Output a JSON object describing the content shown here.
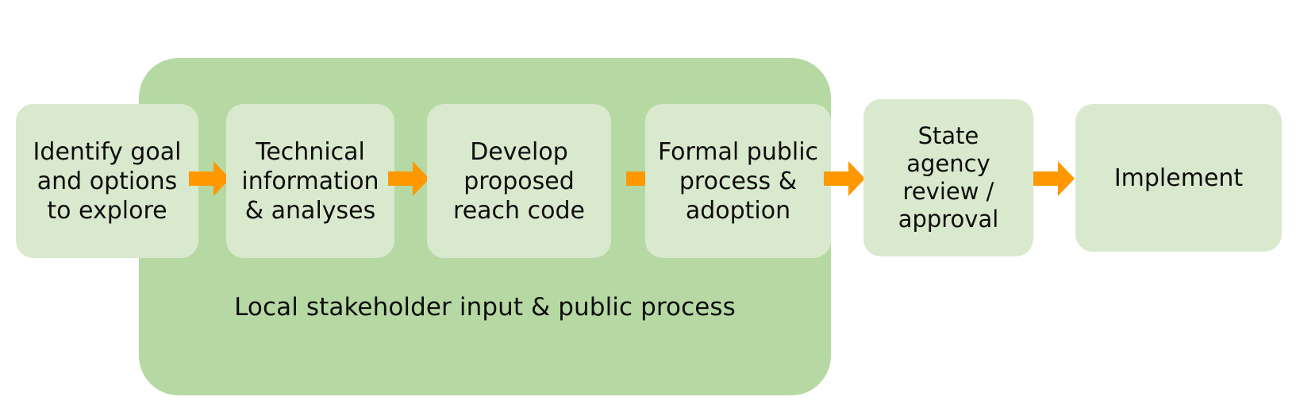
{
  "diagram": {
    "type": "process-flow",
    "title_text": "",
    "colors": {
      "band_green": "#b6d9a3",
      "box_green": "#d9e9cd",
      "arrow_orange": "#ff9800",
      "text_black": "#0d0d0d",
      "background": "#ffffff"
    },
    "group": {
      "caption": "Local stakeholder input & public process",
      "covers_steps": [
        1,
        2,
        3,
        4
      ]
    },
    "steps": [
      {
        "index": 1,
        "label": "Identify goal\nand options\nto explore"
      },
      {
        "index": 2,
        "label": "Technical\ninformation\n& analyses"
      },
      {
        "index": 3,
        "label": "Develop\nproposed\nreach code"
      },
      {
        "index": 4,
        "label": "Formal public\nprocess &\nadoption"
      },
      {
        "index": 5,
        "label": "State\nagency\nreview /\napproval"
      },
      {
        "index": 6,
        "label": "Implement"
      }
    ],
    "arrows": [
      {
        "index": 1,
        "from": 1,
        "to": 2,
        "icon": "right-arrow-icon"
      },
      {
        "index": 2,
        "from": 2,
        "to": 3,
        "icon": "right-arrow-icon"
      },
      {
        "index": 3,
        "from": 3,
        "to": 4,
        "icon": "right-arrow-icon"
      },
      {
        "index": 4,
        "from": 4,
        "to": 5,
        "icon": "right-arrow-icon"
      },
      {
        "index": 5,
        "from": 5,
        "to": 6,
        "icon": "right-arrow-icon"
      }
    ]
  }
}
